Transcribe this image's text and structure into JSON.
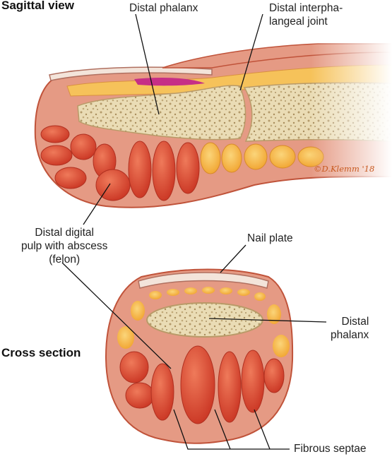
{
  "headings": {
    "sagittal": "Sagittal view",
    "cross": "Cross section"
  },
  "labels": {
    "distal_phalanx_top": "Distal phalanx",
    "dip_joint_line1": "Distal interpha-",
    "dip_joint_line2": "langeal joint",
    "pulp_line1": "Distal digital",
    "pulp_line2": "pulp with abscess",
    "pulp_line3": "(felon)",
    "nail_plate": "Nail plate",
    "distal_phalanx_cross_line1": "Distal",
    "distal_phalanx_cross_line2": "phalanx",
    "fibrous_septae": "Fibrous septae"
  },
  "credit": "©D.Klemm '18",
  "colors": {
    "skin": "#e59a84",
    "skin_outline": "#c0533a",
    "fat_lobule": "#f2a62a",
    "fat_light": "#f8cf68",
    "abscess": "#d9402e",
    "abscess_highlight": "#ef7a5a",
    "bone": "#eadcb5",
    "bone_speckle": "#b49a6a",
    "nail": "#f3e4da",
    "nail_bed": "#c62f86",
    "leader_line": "#111111",
    "credit": "#c85a20"
  }
}
